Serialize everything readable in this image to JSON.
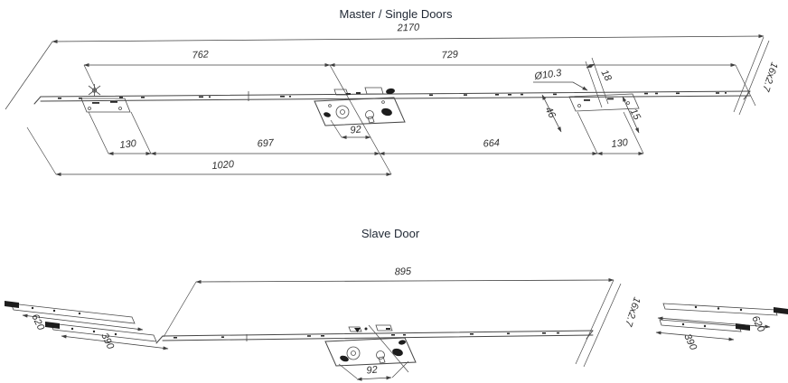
{
  "master": {
    "title": "Master / Single Doors",
    "dim_overall": "2170",
    "dim_top_left": "762",
    "dim_top_right": "729",
    "dim_hole_dia": "Ø10.3",
    "dim_hole_offset": "18",
    "dim_keep_inset": "46",
    "dim_keep_edge": "15",
    "dim_bottom_keep_left": "130",
    "dim_bottom_left": "697",
    "dim_bottom_right": "664",
    "dim_bottom_keep_right": "130",
    "dim_handle_height": "1020",
    "dim_backset": "92",
    "dim_profile": "16x2.7"
  },
  "slave": {
    "title": "Slave Door",
    "dim_overall": "895",
    "dim_backset": "92",
    "dim_profile": "16x2.7",
    "dim_extension_long": "620",
    "dim_extension_short": "390"
  }
}
